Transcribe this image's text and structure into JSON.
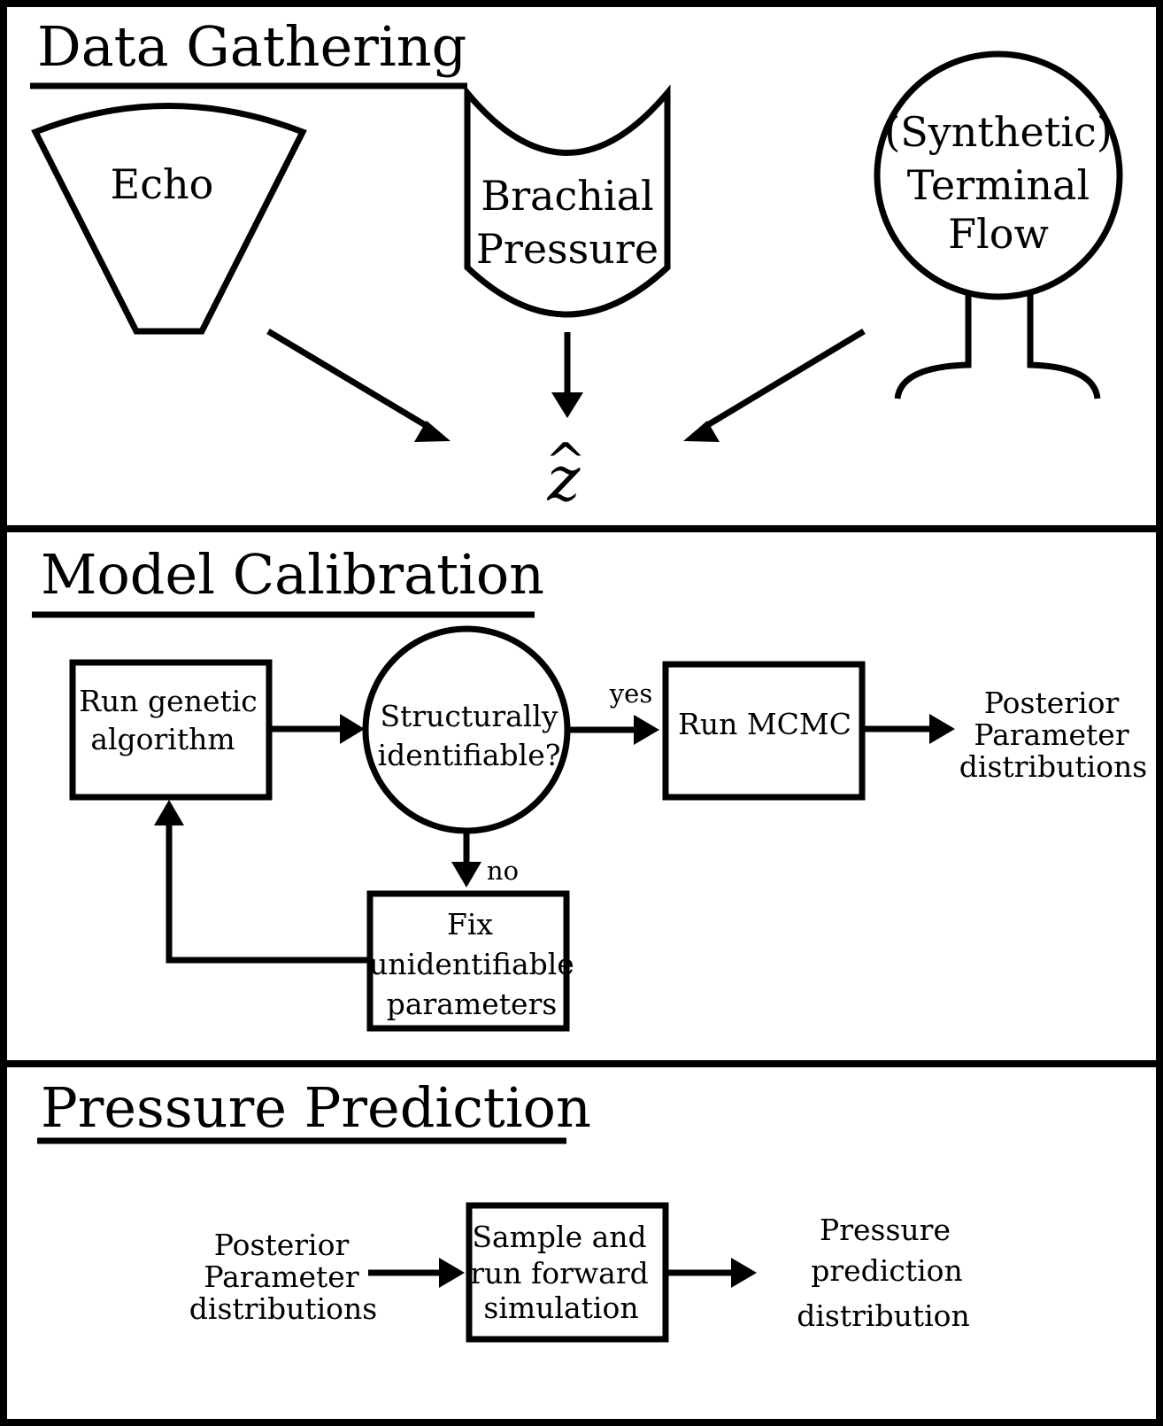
{
  "sections": {
    "data_gathering": {
      "heading": "Data Gathering",
      "echo_label": "Echo",
      "brachial_label": [
        "Brachial",
        "Pressure"
      ],
      "flow_label": [
        "(Synthetic)",
        "Terminal",
        "Flow"
      ],
      "z_symbol": "z",
      "z_hat": "^"
    },
    "model_calibration": {
      "heading": "Model Calibration",
      "genetic_box": [
        "Run genetic",
        "algorithm"
      ],
      "decision": [
        "Structurally",
        "identifiable?"
      ],
      "yes_label": "yes",
      "no_label": "no",
      "mcmc_box": "Run MCMC",
      "fix_box": [
        "Fix",
        "unidentifiable",
        "parameters"
      ],
      "posterior_out": [
        "Posterior",
        "Parameter",
        "distributions"
      ]
    },
    "pressure_prediction": {
      "heading": "Pressure Prediction",
      "posterior_in": [
        "Posterior",
        "Parameter",
        "distributions"
      ],
      "sample_box": [
        "Sample and",
        "run forward",
        "simulation"
      ],
      "prediction_out": [
        "Pressure",
        "prediction",
        "distribution"
      ]
    }
  },
  "colors": {
    "stroke": "#000000",
    "background": "#ffffff"
  }
}
